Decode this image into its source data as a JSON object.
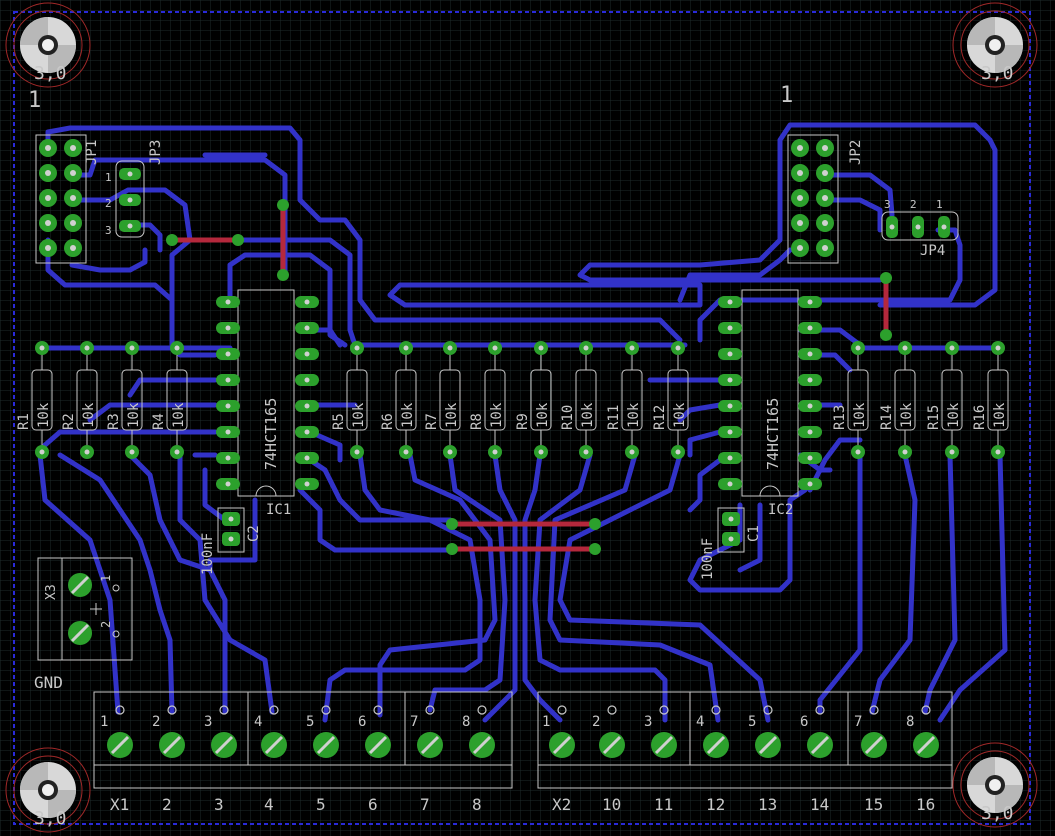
{
  "colors": {
    "background": "#000000",
    "grid": "#1e2a2a",
    "outline": "#2a2ad8",
    "trace": "#3232c8",
    "top_trace": "#b4283c",
    "pad": "#2ca02c",
    "hole": "#d0d0d0",
    "silk": "#c8c8c8",
    "hole_ring": "#a02828"
  },
  "mount_holes": [
    "3,0",
    "3,0",
    "3,0",
    "3,0"
  ],
  "pin1_markers": [
    "1",
    "1"
  ],
  "jumpers": {
    "jp1": "JP1",
    "jp2": "JP2",
    "jp3": "JP3",
    "jp3_pins": [
      "1",
      "2",
      "3"
    ],
    "jp4": "JP4",
    "jp4_pins": [
      "3",
      "2",
      "1"
    ]
  },
  "ics": [
    {
      "name": "IC1",
      "value": "74HCT165"
    },
    {
      "name": "IC2",
      "value": "74HCT165"
    }
  ],
  "capacitors": [
    {
      "name": "C2",
      "value": "100nF"
    },
    {
      "name": "C1",
      "value": "100nF"
    }
  ],
  "resistors": [
    {
      "name": "R1",
      "value": "10k"
    },
    {
      "name": "R2",
      "value": "10k"
    },
    {
      "name": "R3",
      "value": "10k"
    },
    {
      "name": "R4",
      "value": "10k"
    },
    {
      "name": "R5",
      "value": "10k"
    },
    {
      "name": "R6",
      "value": "10k"
    },
    {
      "name": "R7",
      "value": "10k"
    },
    {
      "name": "R8",
      "value": "10k"
    },
    {
      "name": "R9",
      "value": "10k"
    },
    {
      "name": "R10",
      "value": "10k"
    },
    {
      "name": "R11",
      "value": "10k"
    },
    {
      "name": "R12",
      "value": "10k"
    },
    {
      "name": "R13",
      "value": "10k"
    },
    {
      "name": "R14",
      "value": "10k"
    },
    {
      "name": "R15",
      "value": "10k"
    },
    {
      "name": "R16",
      "value": "10k"
    }
  ],
  "power_connector": {
    "name": "X3",
    "pins": [
      "1",
      "2"
    ],
    "label": "GND"
  },
  "terminal_x1": {
    "name": "X1",
    "pin_numbers": [
      "1",
      "2",
      "3",
      "4",
      "5",
      "6",
      "7",
      "8"
    ],
    "bottom_labels": [
      "X1",
      "2",
      "3",
      "4",
      "5",
      "6",
      "7",
      "8"
    ]
  },
  "terminal_x2": {
    "name": "X2",
    "pin_numbers": [
      "1",
      "2",
      "3",
      "4",
      "5",
      "6",
      "7",
      "8"
    ],
    "bottom_labels": [
      "X2",
      "10",
      "11",
      "12",
      "13",
      "14",
      "15",
      "16"
    ]
  }
}
